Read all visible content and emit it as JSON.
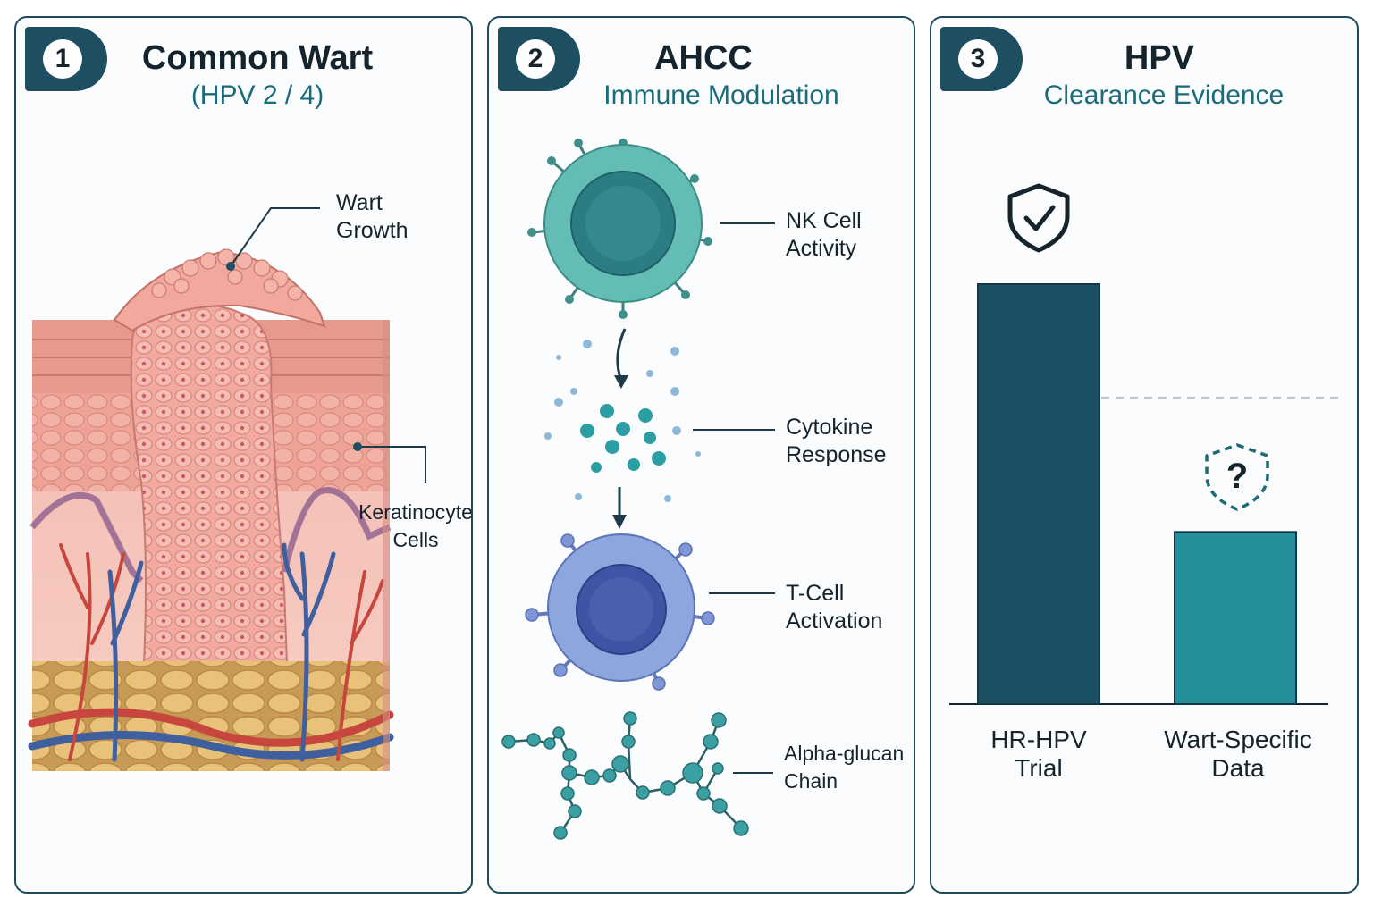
{
  "panels": [
    {
      "number": "1",
      "title": "Common Wart",
      "subtitle": "(HPV 2 / 4)",
      "labels": {
        "wart_growth": "Wart\nGrowth",
        "keratinocyte": "Keratinocyte\nCells"
      }
    },
    {
      "number": "2",
      "title": "AHCC",
      "subtitle": "Immune Modulation",
      "labels": {
        "nk": "NK Cell\nActivity",
        "cytokine": "Cytokine\nResponse",
        "tcell": "T-Cell\nActivation",
        "glucan": "Alpha-glucan\nChain"
      }
    },
    {
      "number": "3",
      "title": "HPV",
      "subtitle": "Clearance Evidence"
    }
  ],
  "chart_data": {
    "type": "bar",
    "categories": [
      "HR-HPV\nTrial",
      "Wart-Specific\nData"
    ],
    "values": [
      1.0,
      0.41
    ],
    "value_scale": "relative evidence strength (no axis printed)",
    "colors": [
      "#1b4f63",
      "#24909b"
    ],
    "bar_icons": [
      "shield-check-icon",
      "shield-question-icon"
    ],
    "reference_line": {
      "value": 0.73,
      "style": "dashed",
      "color": "#b9c2c7"
    },
    "title": "",
    "xlabel": "",
    "ylabel": ""
  },
  "colors": {
    "navy": "#1d4e61",
    "teal_text": "#1b6b7b",
    "skin": "#f0a79c",
    "nk_cell": "#5fb8b0",
    "t_cell": "#7f97d6",
    "bead": "#3aa0a3"
  }
}
